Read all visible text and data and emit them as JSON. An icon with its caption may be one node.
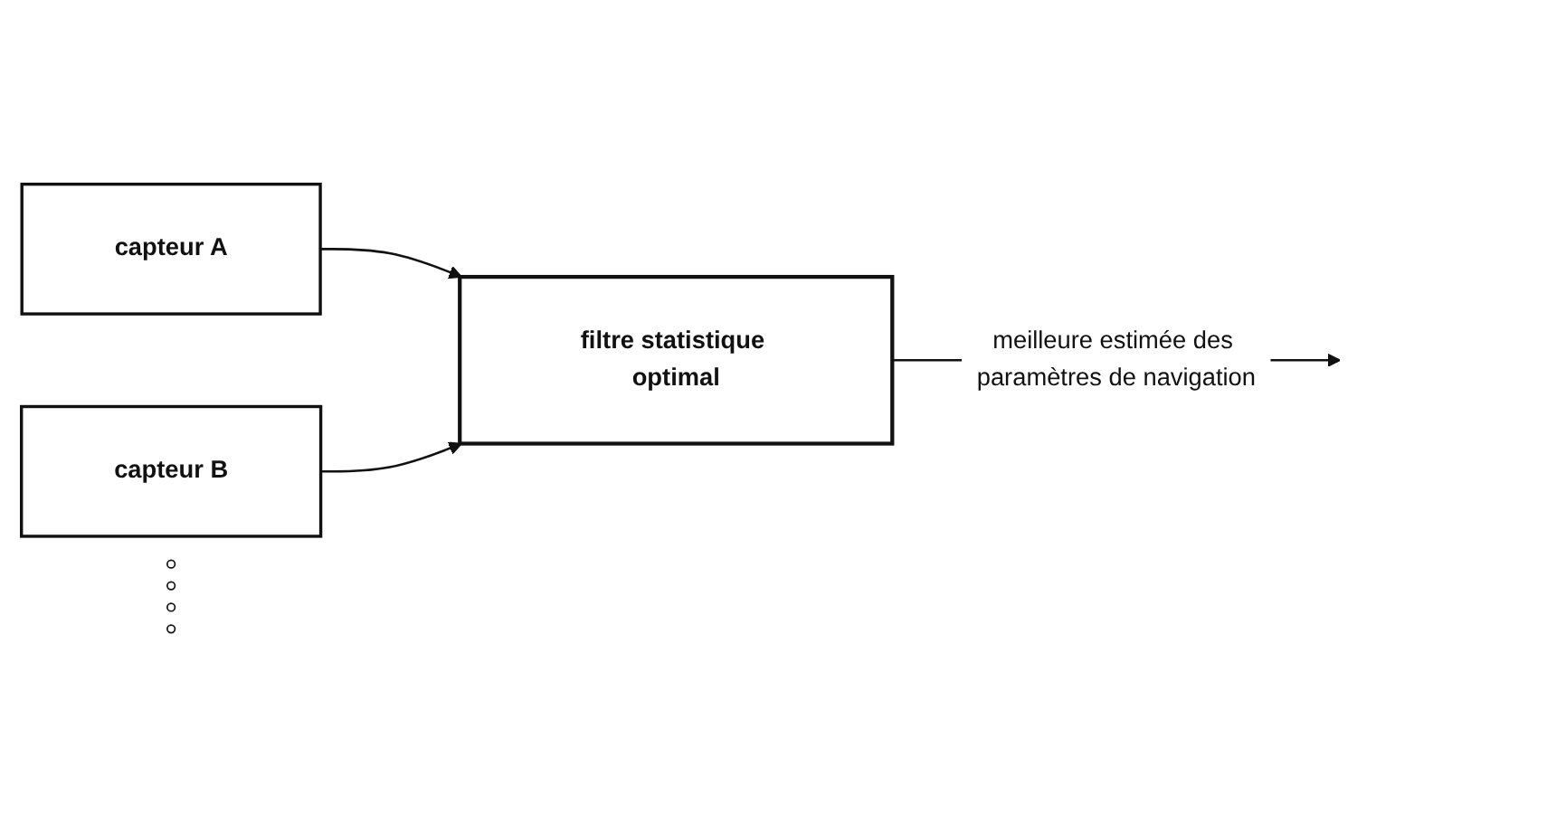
{
  "diagram": {
    "nodes": [
      {
        "text": [
          "capteur A"
        ]
      },
      {
        "text": [
          "capteur B"
        ]
      },
      {
        "text": [
          "filtre statistique optimal"
        ]
      }
    ],
    "edges": [
      {
        "from": 0,
        "to": 2,
        "arrow": "to"
      },
      {
        "from": 1,
        "to": 2,
        "arrow": "to"
      },
      {
        "from": 2,
        "to": null,
        "arrow": "to",
        "label": "meilleure estimée des paramètres de navigation"
      }
    ]
  }
}
